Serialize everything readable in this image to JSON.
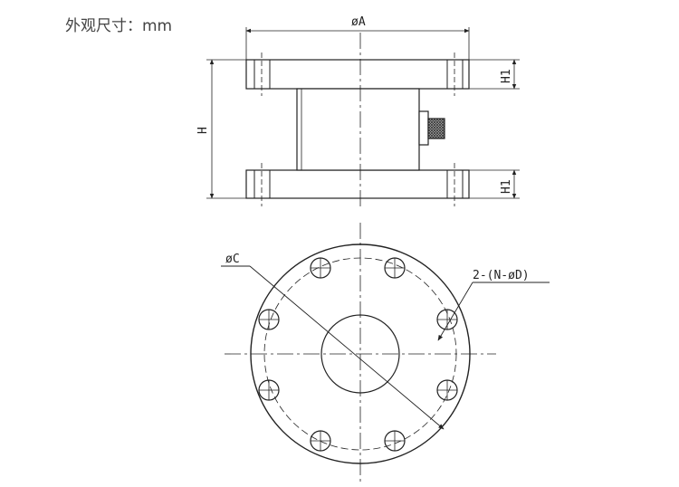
{
  "caption": "外观尺寸：mm",
  "labels": {
    "phiA": "øA",
    "H": "H",
    "H1_top": "H1",
    "H1_bottom": "H1",
    "phiC": "øC",
    "holes": "2-(N-øD)"
  },
  "bolt_hole_count": 8
}
